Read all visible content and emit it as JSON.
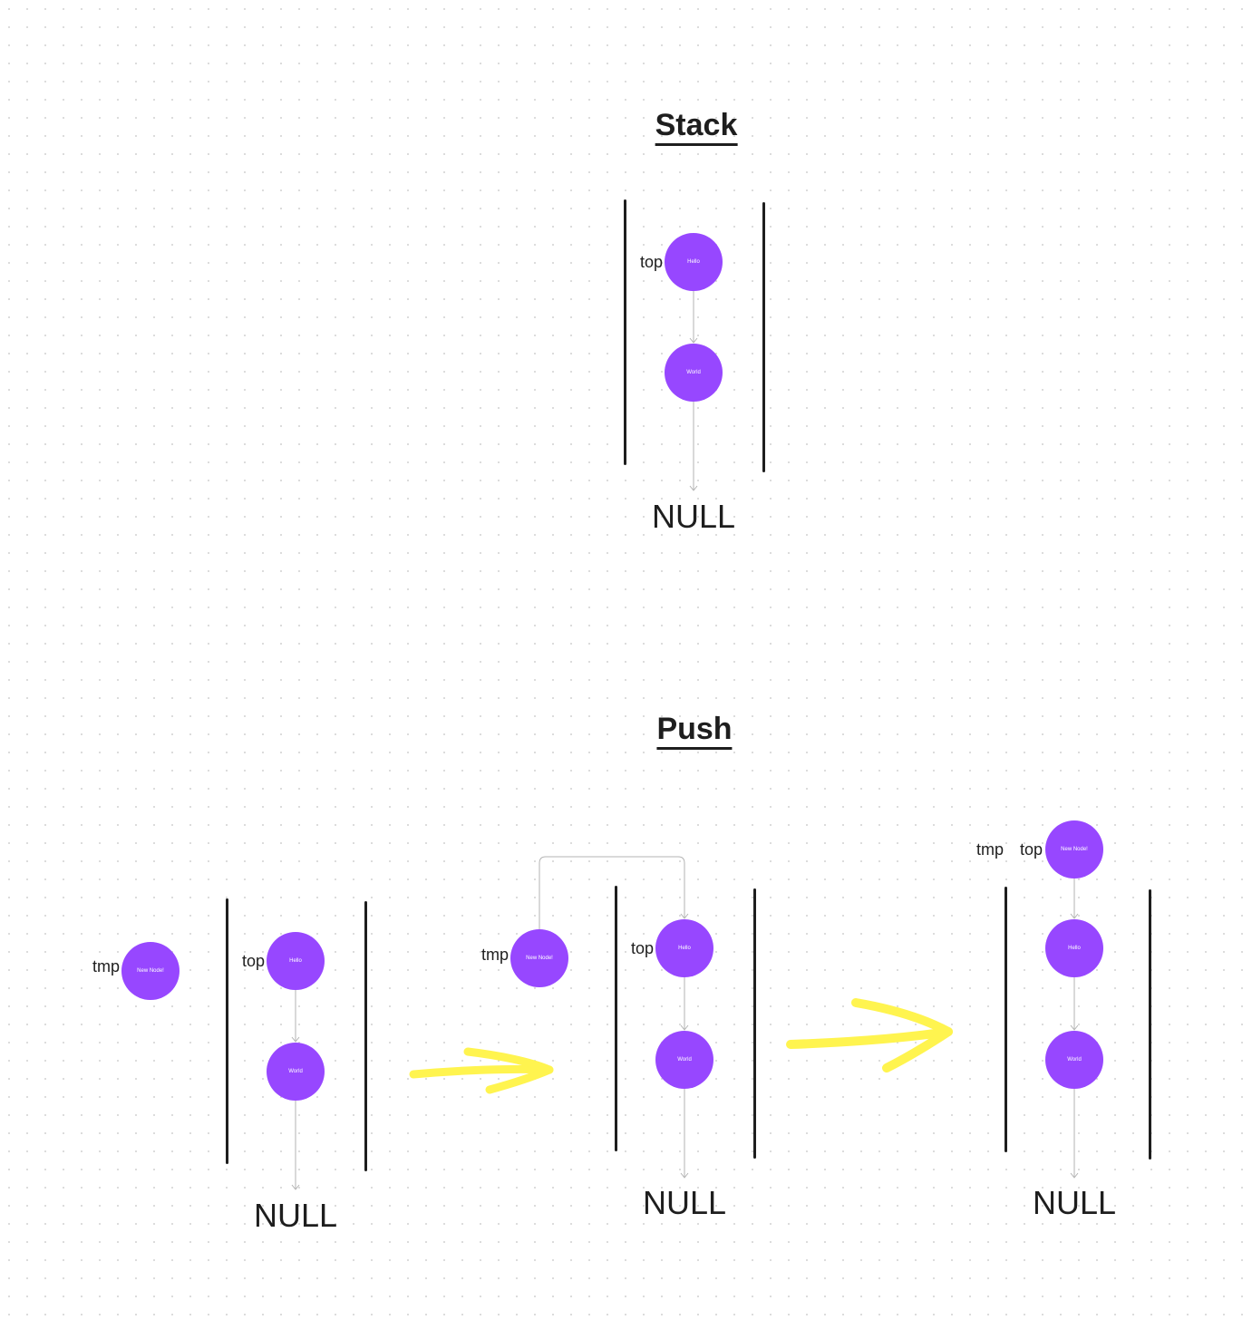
{
  "headings": {
    "stack": "Stack",
    "push": "Push"
  },
  "pointers": {
    "top": "top",
    "tmp": "tmp"
  },
  "nodes": {
    "hello": "Hello",
    "world": "World",
    "new_node": "New Node!"
  },
  "terminal": "NULL",
  "colors": {
    "node_fill": "#9747ff",
    "node_text": "#ffffff",
    "wall": "#1e1e1e",
    "connector": "#b3b3b3",
    "highlight_arrow": "#fff44f",
    "canvas_dots": "#d9d9d9"
  }
}
